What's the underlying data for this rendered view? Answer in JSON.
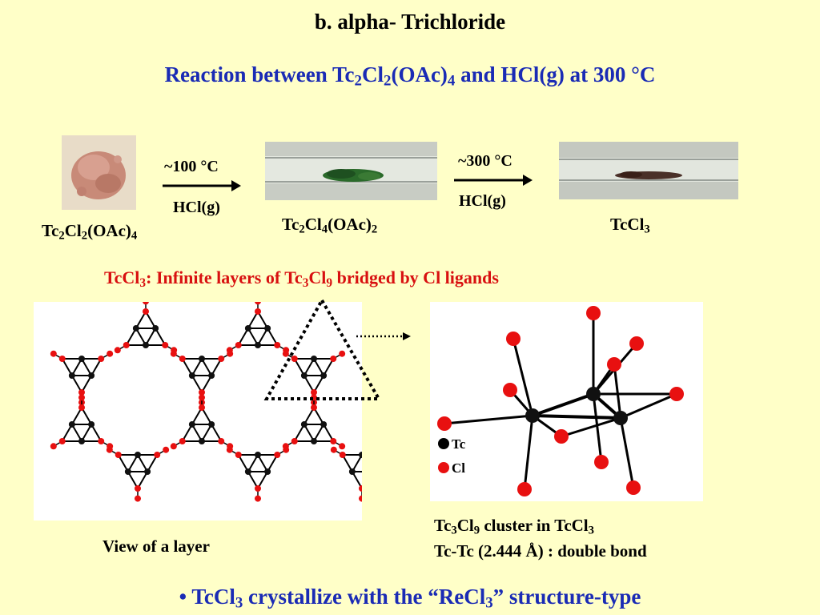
{
  "slide": {
    "title": "b. alpha- Trichloride"
  },
  "reaction": {
    "title_parts": [
      "Reaction between Tc",
      "2",
      "Cl",
      "2",
      "(OAc)",
      "4",
      " and HCl(g) at 300 °C"
    ],
    "reactant_parts": [
      "Tc",
      "2",
      "Cl",
      "2",
      "(OAc)",
      "4"
    ],
    "step1_temp": "~100 °C",
    "step1_reagent": "HCl(g)",
    "intermediate_parts": [
      "Tc",
      "2",
      "Cl",
      "4",
      "(OAc)",
      "2"
    ],
    "step2_temp": "~300 °C",
    "step2_reagent": "HCl(g)",
    "product_parts": [
      "TcCl",
      "3"
    ]
  },
  "structure": {
    "layer_title_parts": [
      "TcCl",
      "3",
      ": Infinite layers of Tc",
      "3",
      "Cl",
      "9",
      " bridged by Cl ligands"
    ],
    "layer_caption": "View of a layer",
    "cluster_caption_parts": [
      "Tc",
      "3",
      "Cl",
      "9",
      " cluster in TcCl",
      "3"
    ],
    "bond_caption": "Tc-Tc (2.444 Å) : double bond",
    "legend": [
      {
        "label": "Tc",
        "color": "#000000"
      },
      {
        "label": "Cl",
        "color": "#e81010"
      }
    ]
  },
  "footer_parts": [
    "• TcCl",
    "3",
    " crystallize with the “ReCl",
    "3",
    "” structure-type"
  ]
}
